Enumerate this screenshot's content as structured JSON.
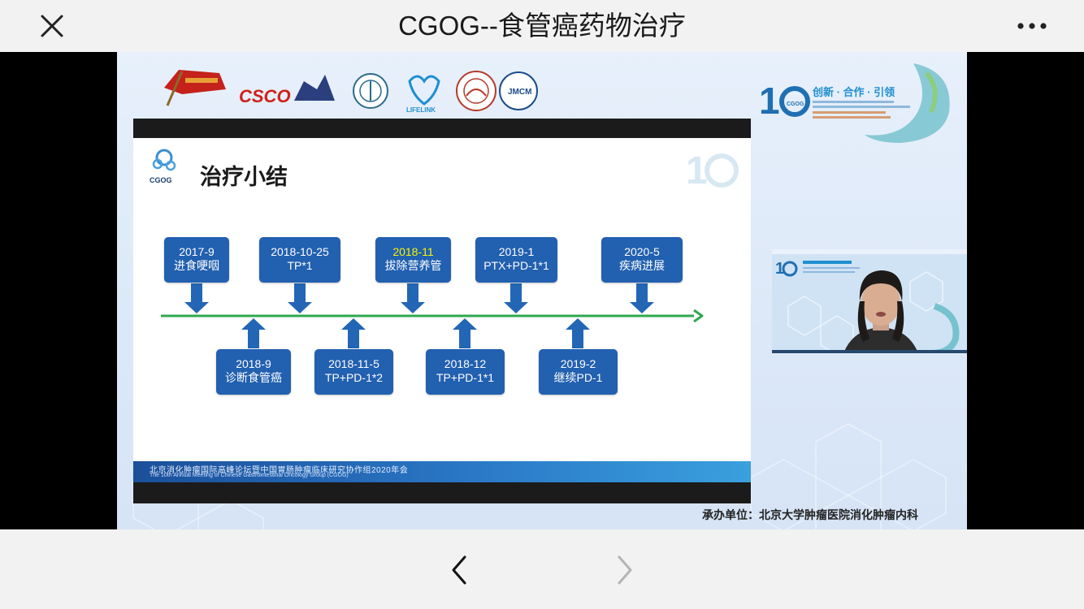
{
  "header": {
    "title": "CGOG--食管癌药物治疗"
  },
  "slide": {
    "title": "治疗小结",
    "logo_text": "CGOG",
    "footer_cn": "北京消化肿瘤国际高峰论坛暨中国胃肠肿瘤临床研究协作组2020年会",
    "footer_en": "The 10th Annual Meeting of Chinese Gastrointestinal Oncology Group (CGOG)",
    "timeline_above": [
      {
        "date": "2017-9",
        "label": "进食哽咽"
      },
      {
        "date": "2018-10-25",
        "label": "TP*1"
      },
      {
        "date": "2018-11",
        "label": "拔除营养管",
        "highlight": true
      },
      {
        "date": "2019-1",
        "label": "PTX+PD-1*1"
      },
      {
        "date": "2020-5",
        "label": "疾病进展"
      }
    ],
    "timeline_below": [
      {
        "date": "2018-9",
        "label": "诊断食管癌"
      },
      {
        "date": "2018-11-5",
        "label": "TP+PD-1*2"
      },
      {
        "date": "2018-12",
        "label": "TP+PD-1*1"
      },
      {
        "date": "2019-2",
        "label": "继续PD-1"
      }
    ],
    "colors": {
      "box": "#2260b0",
      "arrow": "#2366b6",
      "line": "#2fa84f",
      "highlight": "#f6f400"
    }
  },
  "branding": {
    "logos": [
      "CSCO",
      "LIFELINK",
      "JMCM"
    ],
    "motto": "创新 · 合作 · 引领",
    "brand_logo_text": "CGOG"
  },
  "host": "承办单位：北京大学肿瘤医院消化肿瘤内科",
  "icons": {
    "close": "close-icon",
    "more": "more-icon",
    "back": "chevron-left-icon",
    "forward": "chevron-right-icon"
  }
}
